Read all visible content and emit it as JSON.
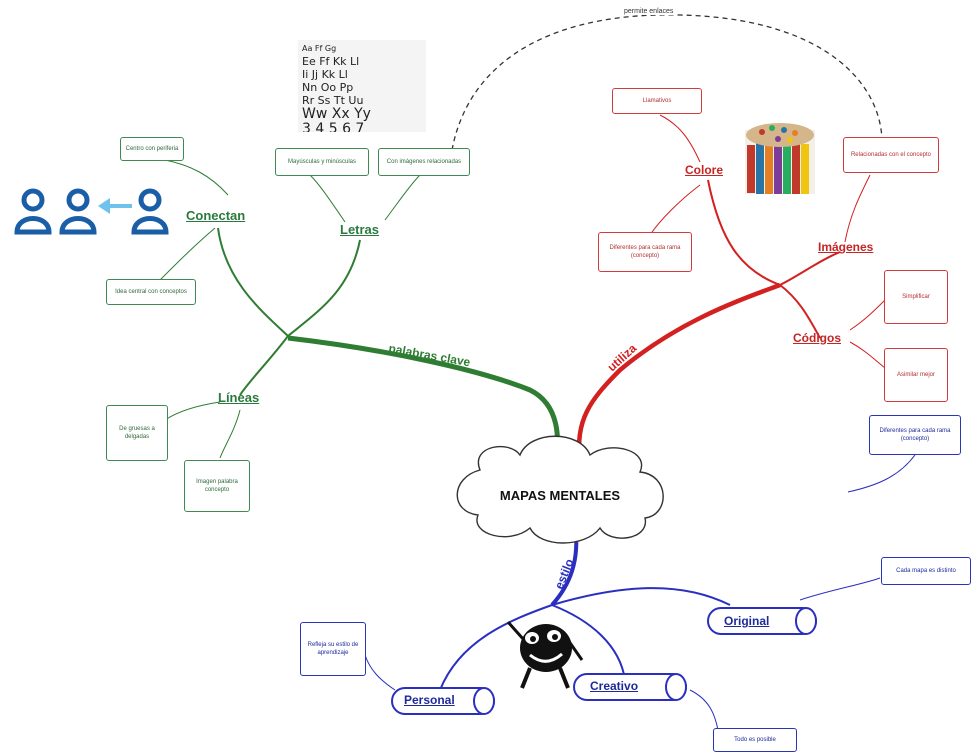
{
  "center": {
    "title": "MAPAS MENTALES"
  },
  "top_note": "permite enlaces",
  "green": {
    "branch_label": "palabras clave",
    "nodes": {
      "conectan": "Conectan",
      "letras": "Letras",
      "lineas": "Líneas"
    },
    "boxes": {
      "centro": "Centro con periferia",
      "idea": "Idea central con conceptos",
      "mayusculas": "Mayúsculas y minúsculas",
      "imagenes": "Con imágenes relacionadas",
      "gruesas": "De gruesas a delgadas",
      "imagen_palabra": "Imagen palabra concepto"
    },
    "alphabet_rows": [
      "Aa  Ff  Gg",
      "Ee  Ff  Kk  Ll",
      "Ii  Jj  Kk  Ll",
      "Nn  Oo  Pp",
      "Rr  Ss  Tt  Uu",
      "Ww  Xx  Yy",
      "3 4 5 6 7"
    ]
  },
  "red": {
    "branch_label": "utiliza",
    "nodes": {
      "colores": "Colore",
      "imagenes": "Imágenes",
      "codigos": "Códigos"
    },
    "boxes": {
      "llamativos": "Llamativos",
      "diferentes": "Diferentes para cada rama (concepto)",
      "relacionadas": "Relacionadas con el concepto",
      "simplificar": "Simplificar",
      "asimilar": "Asimilar mejor"
    }
  },
  "blue": {
    "branch_label": "estilo",
    "nodes": {
      "original": "Original",
      "personal": "Personal",
      "creativo": "Creativo"
    },
    "boxes": {
      "diferentes": "Diferentes para cada rama (concepto)",
      "cada_mapa": "Cada mapa es distinto",
      "refleja": "Refleja su estilo de aprendizaje",
      "todo": "Todo es posible"
    }
  },
  "colors": {
    "green": "#2e7d32",
    "red": "#d32020",
    "blue": "#2a2fc0",
    "icon_blue": "#1a5ea8",
    "arrow_blue": "#6fc3ea"
  },
  "icons": [
    "user-icon",
    "user-icon",
    "user-icon",
    "pencils-image",
    "robot-character"
  ]
}
